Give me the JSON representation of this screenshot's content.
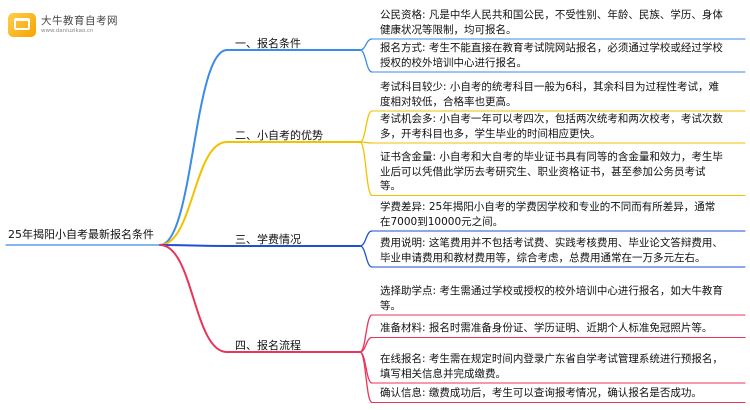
{
  "logo": {
    "name": "大牛教育自考网",
    "url": "www.daniuzikao.cn"
  },
  "root": "25年揭阳小自考最新报名条件",
  "branches": [
    {
      "label": "一、报名条件",
      "color": "#3b8be8",
      "leaves": [
        "公民资格: 凡是中华人民共和国公民，不受性别、年龄、民族、学历、身体健康状况等限制，均可报名。",
        "报名方式: 考生不能直接在教育考试院网站报名，必须通过学校或经过学校授权的校外培训中心进行报名。"
      ]
    },
    {
      "label": "二、小自考的优势",
      "color": "#f2c200",
      "leaves": [
        "考试科目较少: 小自考的统考科目一般为6科，其余科目为过程性考试，难度相对较低，合格率也更高。",
        "考试机会多: 小自考一年可以考四次，包括两次统考和两次校考，考试次数多，开考科目也多，学生毕业的时间相应更快。",
        "证书含金量: 小自考和大自考的毕业证书具有同等的含金量和效力，考生毕业后可以凭借此学历去考研究生、职业资格证书，甚至参加公务员考试等。"
      ]
    },
    {
      "label": "三、学费情况",
      "color": "#1e4fd6",
      "leaves": [
        "学费差异: 25年揭阳小自考的学费因学校和专业的不同而有所差异，通常在7000到10000元之间。",
        "费用说明: 这笔费用并不包括考试费、实践考核费用、毕业论文答辩费用、毕业申请费用和教材费用等，综合考虑，总费用通常在一万多元左右。"
      ]
    },
    {
      "label": "四、报名流程",
      "color": "#e8365a",
      "leaves": [
        "选择助学点: 考生需通过学校或授权的校外培训中心进行报名，如大牛教育等。",
        "准备材料: 报名时需准备身份证、学历证明、近期个人标准免冠照片等。",
        "在线报名: 考生需在规定时间内登录广东省自学考试管理系统进行预报名，填写相关信息并完成缴费。",
        "确认信息: 缴费成功后，考生可以查询报考情况，确认报名是否成功。"
      ]
    }
  ]
}
